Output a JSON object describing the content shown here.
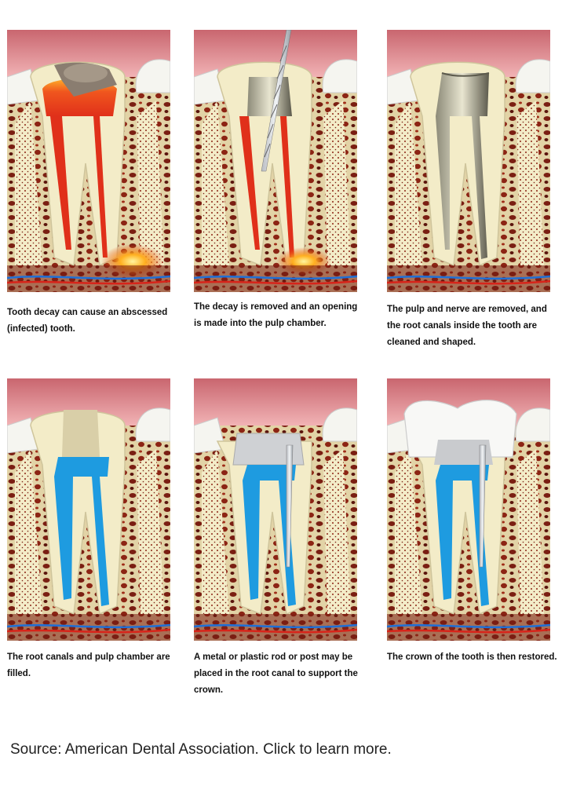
{
  "steps": [
    {
      "caption": "Tooth decay can cause an abscessed (infected) tooth.",
      "stage": "decay"
    },
    {
      "caption": "The decay is removed and an opening is made into the pulp chamber.",
      "stage": "drill"
    },
    {
      "caption": "The pulp and nerve are removed, and the root canals inside the tooth are cleaned and shaped.",
      "stage": "cleaned"
    },
    {
      "caption": "The root canals and pulp chamber are filled.",
      "stage": "filled"
    },
    {
      "caption": "A metal or plastic rod or post may be placed in the root canal to support the crown.",
      "stage": "post"
    },
    {
      "caption": "The crown of the tooth is then restored.",
      "stage": "crown"
    }
  ],
  "source": {
    "text": "Source: American Dental Association. Click to learn more."
  },
  "colors": {
    "gum_top": "#d9848a",
    "enamel": "#f7f7f2",
    "dentin": "#f3ecc8",
    "bone": "#e6d9b4",
    "pulp_infected": "#e53a1c",
    "filling": "#1e9be0",
    "vein": "#1f6fd6",
    "artery": "#d8241a",
    "marrow": "#6b1a10"
  }
}
